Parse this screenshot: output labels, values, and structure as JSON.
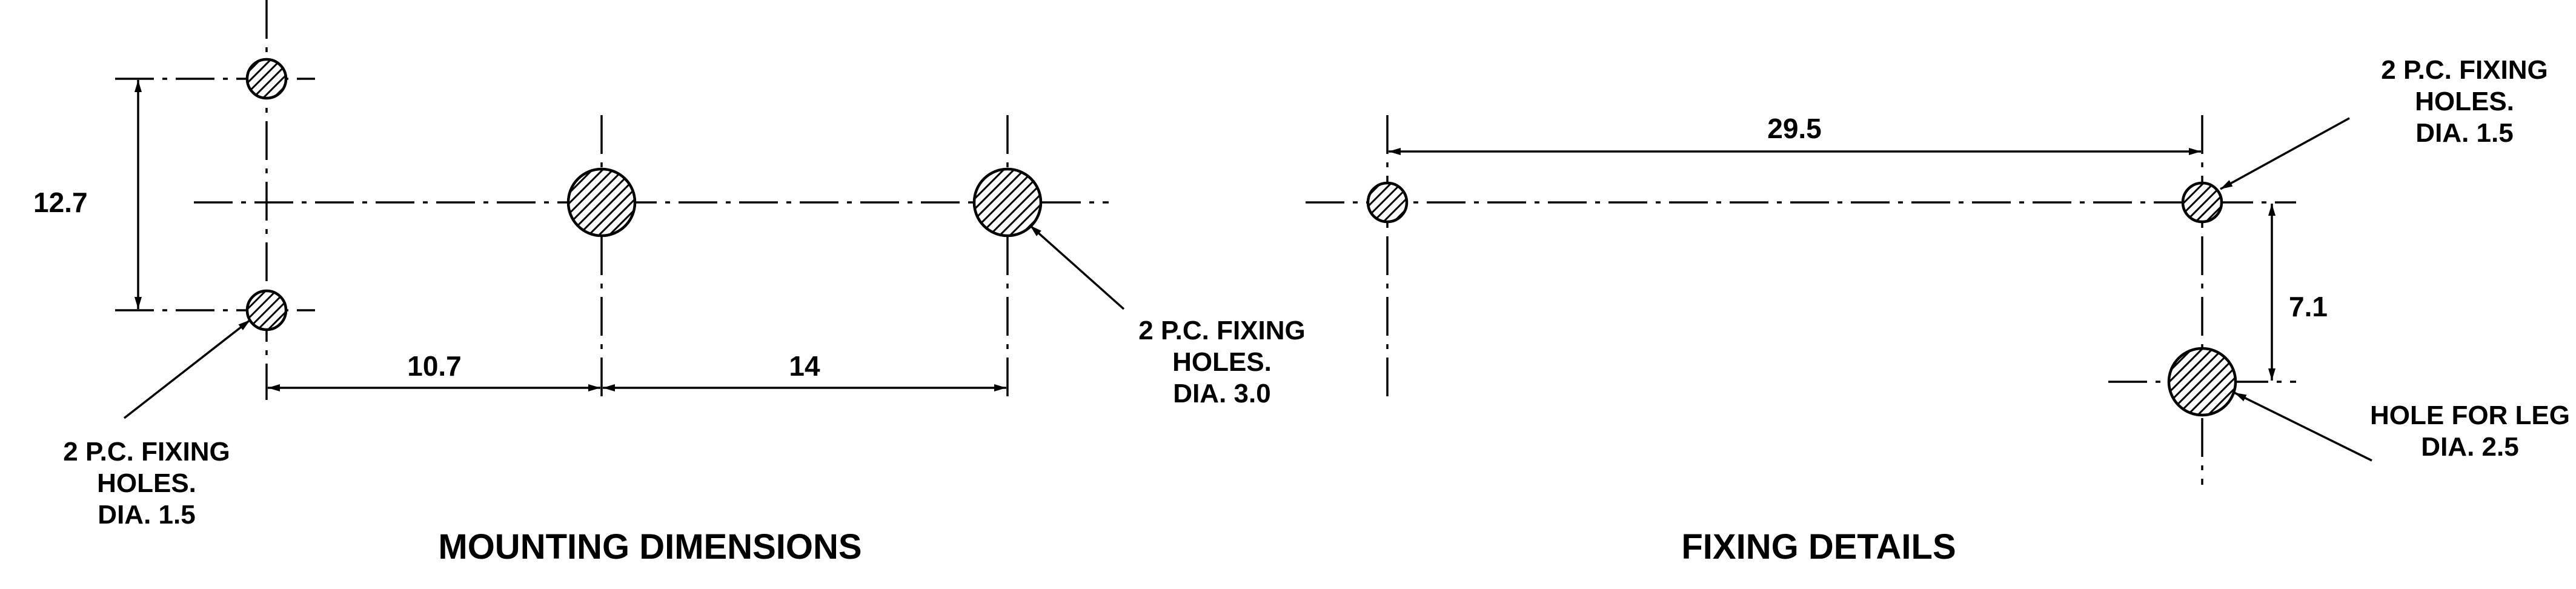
{
  "mounting": {
    "title": "MOUNTING DIMENSIONS",
    "dim_vertical": "12.7",
    "dim_h1": "10.7",
    "dim_h2": "14",
    "note_small": {
      "line1": "2 P.C. FIXING",
      "line2": "HOLES.",
      "line3": "DIA. 1.5"
    },
    "note_large": {
      "line1": "2 P.C. FIXING",
      "line2": "HOLES.",
      "line3": "DIA. 3.0"
    }
  },
  "fixing": {
    "title": "FIXING DETAILS",
    "dim_h": "29.5",
    "dim_v": "7.1",
    "note_small": {
      "line1": "2 P.C. FIXING",
      "line2": "HOLES.",
      "line3": "DIA. 1.5"
    },
    "note_leg": {
      "line1": "HOLE FOR LEG",
      "line2": "DIA. 2.5"
    }
  }
}
